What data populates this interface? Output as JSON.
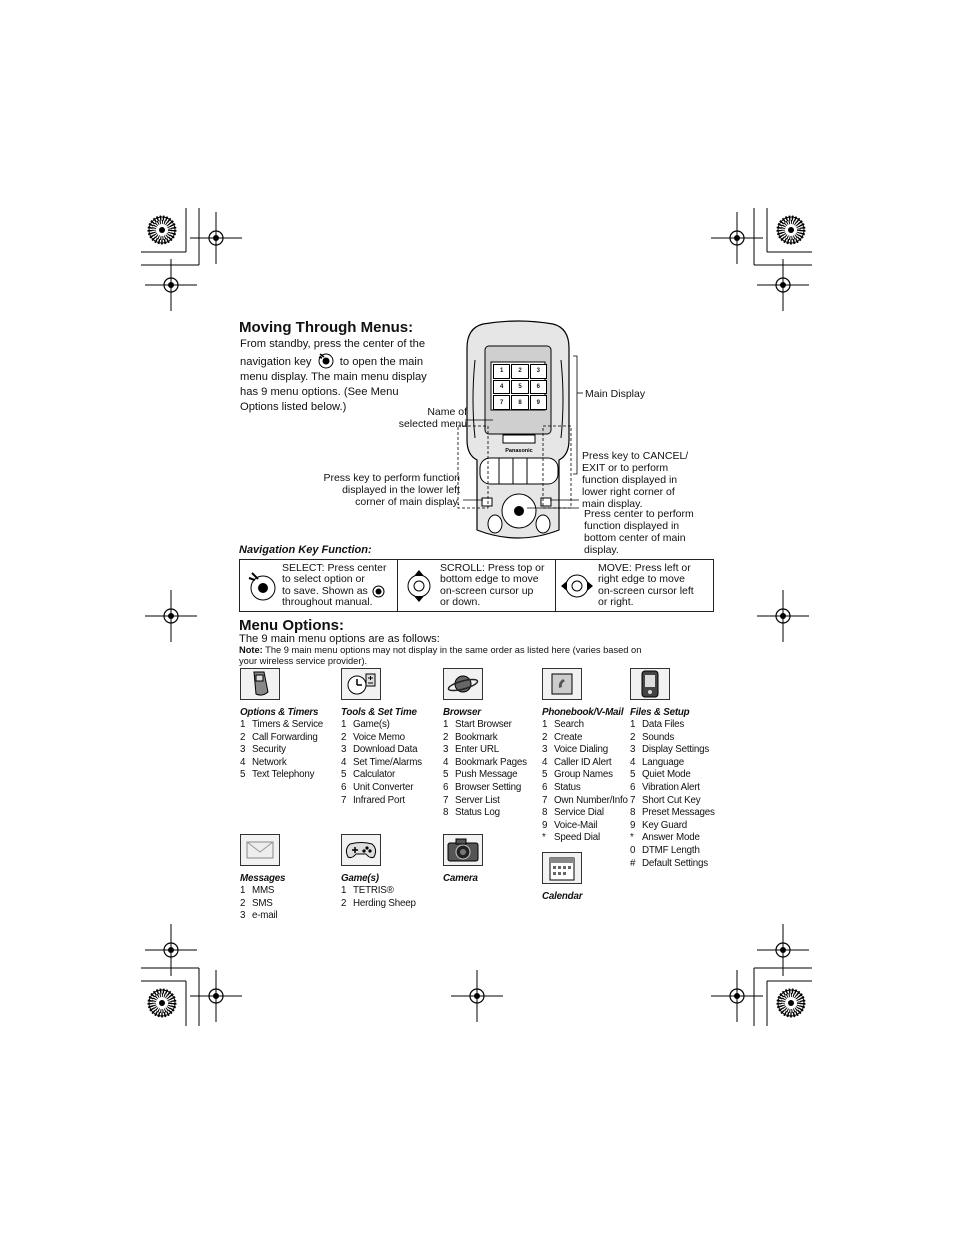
{
  "heading_moving": "Moving Through Menus:",
  "intro_lines": [
    "From standby, press the center of the",
    "navigation key",
    "to open the main",
    "menu display. The main menu display",
    "has 9 menu options. (See Menu",
    "Options listed below.)"
  ],
  "phone": {
    "grid_keys": [
      "1",
      "2",
      "3",
      "4",
      "5",
      "6",
      "7",
      "8",
      "9"
    ],
    "brand": "Panasonic"
  },
  "callouts": {
    "main_display": "Main Display",
    "name_of_menu_1": "Name of",
    "name_of_menu_2": "selected menu",
    "left_key": [
      "Press key to perform function",
      "displayed in the lower left",
      "corner of main display."
    ],
    "right_key": [
      "Press key to CANCEL/",
      "EXIT or to perform",
      "function displayed in",
      "lower right corner of",
      "main display."
    ],
    "center_key": [
      "Press center to perform",
      "function displayed in",
      "bottom center of main",
      "display."
    ]
  },
  "nav_heading": "Navigation Key Function:",
  "nav_functions": [
    {
      "icon": "select-navkey-icon",
      "text": "SELECT: Press center\nto select option or\nto save. Shown as\nthroughout manual."
    },
    {
      "icon": "scroll-navkey-icon",
      "text": "SCROLL: Press top or\nbottom edge to move\non-screen cursor up\nor down."
    },
    {
      "icon": "move-navkey-icon",
      "text": "MOVE: Press left or\nright edge to move\non-screen cursor left\nor right."
    }
  ],
  "heading_options": "Menu Options:",
  "options_intro": "The 9 main menu options are as follows:",
  "note_label": "Note:",
  "note_text": " The 9 main menu options may not display in the same order as listed here (varies based on",
  "note_text2": "your wireless service provider).",
  "menus": [
    {
      "title": "Options & Timers",
      "icon": "phone-icon",
      "items": [
        [
          "1",
          "Timers & Service"
        ],
        [
          "2",
          "Call Forwarding"
        ],
        [
          "3",
          "Security"
        ],
        [
          "4",
          "Network"
        ],
        [
          "5",
          "Text Telephony"
        ]
      ]
    },
    {
      "title": "Tools & Set Time",
      "icon": "clock-calculator-icon",
      "items": [
        [
          "1",
          "Game(s)"
        ],
        [
          "2",
          "Voice Memo"
        ],
        [
          "3",
          "Download Data"
        ],
        [
          "4",
          "Set Time/Alarms"
        ],
        [
          "5",
          "Calculator"
        ],
        [
          "6",
          "Unit Converter"
        ],
        [
          "7",
          "Infrared Port"
        ]
      ]
    },
    {
      "title": "Browser",
      "icon": "planet-icon",
      "items": [
        [
          "1",
          "Start Browser"
        ],
        [
          "2",
          "Bookmark"
        ],
        [
          "3",
          "Enter URL"
        ],
        [
          "4",
          "Bookmark Pages"
        ],
        [
          "5",
          "Push Message"
        ],
        [
          "6",
          "Browser Setting"
        ],
        [
          "7",
          "Server List"
        ],
        [
          "8",
          "Status Log"
        ]
      ]
    },
    {
      "title": "Phonebook/V-Mail",
      "icon": "phonebook-icon",
      "items": [
        [
          "1",
          "Search"
        ],
        [
          "2",
          "Create"
        ],
        [
          "3",
          "Voice Dialing"
        ],
        [
          "4",
          "Caller ID Alert"
        ],
        [
          "5",
          "Group Names"
        ],
        [
          "6",
          "Status"
        ],
        [
          "7",
          "Own Number/Info"
        ],
        [
          "8",
          "Service Dial"
        ],
        [
          "9",
          "Voice-Mail"
        ],
        [
          "*",
          "Speed Dial"
        ]
      ]
    },
    {
      "title": "Files & Setup",
      "icon": "files-phone-icon",
      "items": [
        [
          "1",
          "Data Files"
        ],
        [
          "2",
          "Sounds"
        ],
        [
          "3",
          "Display Settings"
        ],
        [
          "4",
          "Language"
        ],
        [
          "5",
          "Quiet Mode"
        ],
        [
          "6",
          "Vibration Alert"
        ],
        [
          "7",
          "Short Cut Key"
        ],
        [
          "8",
          "Preset Messages"
        ],
        [
          "9",
          "Key Guard"
        ],
        [
          "*",
          "Answer Mode"
        ],
        [
          "0",
          "DTMF Length"
        ],
        [
          "#",
          "Default Settings"
        ]
      ]
    },
    {
      "title": "Messages",
      "icon": "envelope-icon",
      "items": [
        [
          "1",
          "MMS"
        ],
        [
          "2",
          "SMS"
        ],
        [
          "3",
          "e-mail"
        ]
      ]
    },
    {
      "title": "Game(s)",
      "icon": "gamepad-icon",
      "items": [
        [
          "1",
          "TETRIS®"
        ],
        [
          "2",
          "Herding Sheep"
        ]
      ]
    },
    {
      "title": "Camera",
      "icon": "camera-icon",
      "items": []
    },
    {
      "title": "Calendar",
      "icon": "calendar-icon",
      "items": []
    }
  ]
}
